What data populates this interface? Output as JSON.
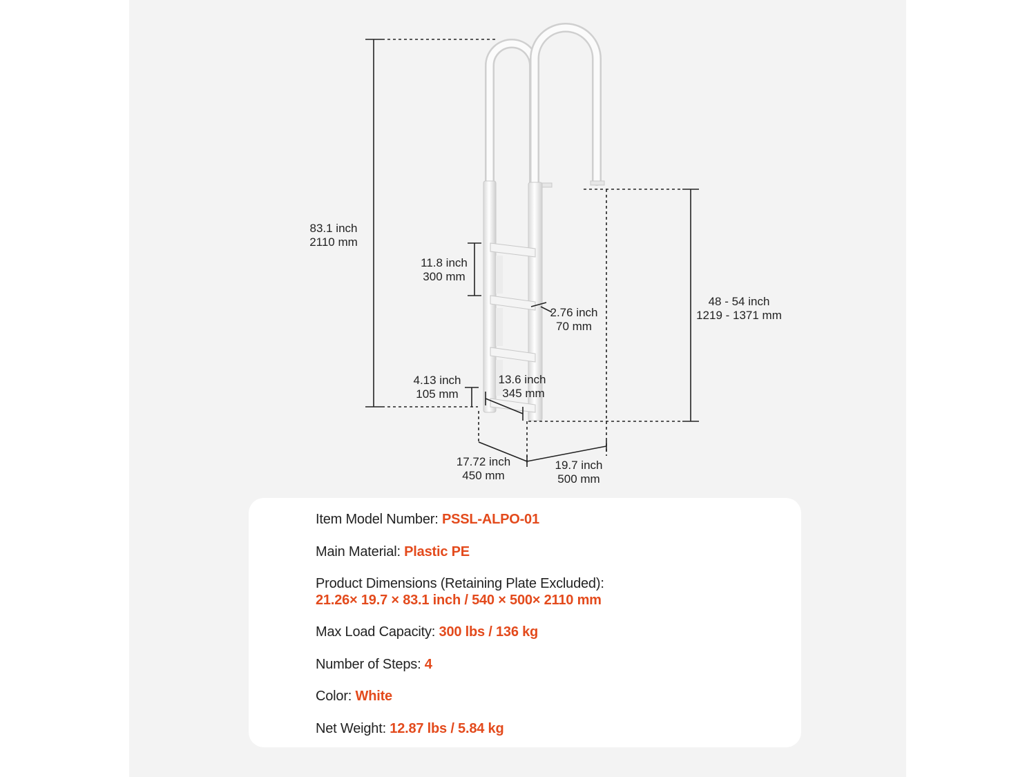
{
  "dimensions": {
    "overall_height": {
      "inch": "83.1 inch",
      "mm": "2110 mm"
    },
    "rung_spacing": {
      "inch": "11.8 inch",
      "mm": "300 mm"
    },
    "rung_depth": {
      "inch": "2.76 inch",
      "mm": "70 mm"
    },
    "bottom_offset": {
      "inch": "4.13 inch",
      "mm": "105 mm"
    },
    "inner_width": {
      "inch": "13.6 inch",
      "mm": "345 mm"
    },
    "deck_height": {
      "inch": "48 - 54 inch",
      "mm": "1219 - 1371 mm"
    },
    "base_depth": {
      "inch": "17.72 inch",
      "mm": "450 mm"
    },
    "base_width": {
      "inch": "19.7 inch",
      "mm": "500 mm"
    }
  },
  "specs": {
    "model": {
      "label": "Item Model Number: ",
      "value": "PSSL-ALPO-01"
    },
    "material": {
      "label": "Main Material: ",
      "value": "Plastic PE"
    },
    "dimensions": {
      "label": "Product Dimensions (Retaining Plate Excluded):",
      "value": "21.26× 19.7 × 83.1 inch / 540 × 500× 2110 mm"
    },
    "load": {
      "label": "Max Load Capacity: ",
      "value": "300 lbs / 136 kg"
    },
    "steps": {
      "label": "Number of Steps: ",
      "value": "4"
    },
    "color": {
      "label": "Color: ",
      "value": "White"
    },
    "weight": {
      "label": "Net Weight: ",
      "value": "12.87 lbs / 5.84 kg"
    }
  },
  "colors": {
    "accent": "#e34a1c",
    "panel_background": "#f3f3f3",
    "card_background": "#ffffff",
    "text": "#222222"
  }
}
